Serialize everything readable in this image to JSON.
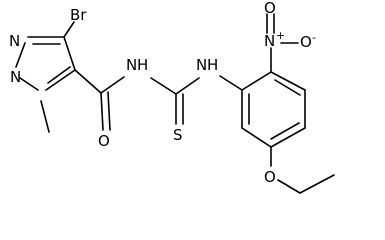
{
  "structure": {
    "atoms": {
      "Br": "Br",
      "N_pyrazole_eq": "N",
      "N_pyrazole_methyl": "N",
      "O_carbonyl": "O",
      "NH_amide": "N",
      "NH_amide_h": "H",
      "NH_aryl": "N",
      "NH_aryl_h": "H",
      "S": "S",
      "N_nitro": "N",
      "N_nitro_charge": "+",
      "O_nitro_top": "O",
      "O_nitro_right": "O",
      "O_nitro_charge": "-",
      "O_ether": "O"
    },
    "colors": {
      "bond": "#000000",
      "text": "#000000",
      "background": "#ffffff"
    }
  }
}
